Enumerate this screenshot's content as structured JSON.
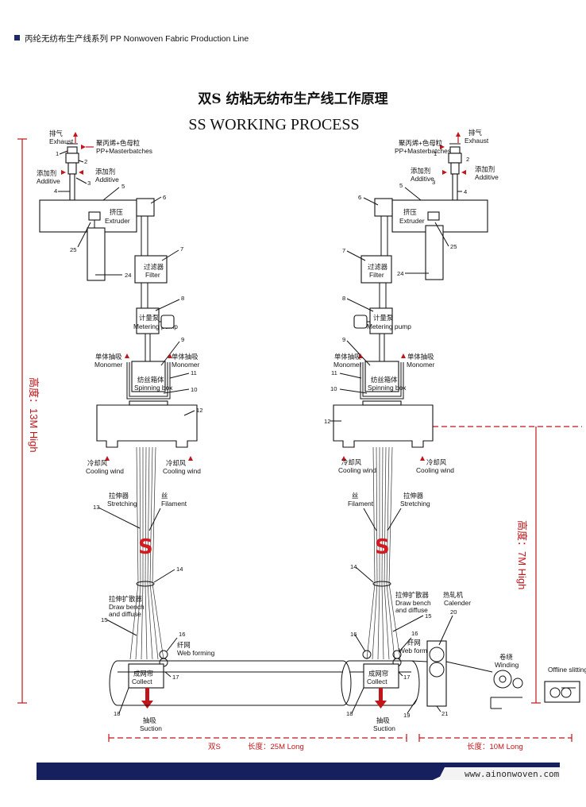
{
  "header": {
    "text": "丙纶无纺布生产线系列 PP Nonwoven Fabric Production Line"
  },
  "title": {
    "cn": "双S 纺粘无纺布生产线工作原理",
    "en": "SS WORKING PROCESS"
  },
  "labels": {
    "exhaust_cn": "排气",
    "exhaust_en": "Exhaust",
    "pp_cn": "聚丙烯+色母粒",
    "pp_en": "PP+Masterbatches",
    "additive_cn": "添加剂",
    "additive_en": "Additive",
    "extruder_cn": "挤压",
    "extruder_en": "Extruder",
    "filter_cn": "过滤器",
    "filter_en": "Filter",
    "pump_cn": "计量泵",
    "pump_en": "Metering pump",
    "monomer_cn": "单体抽吸",
    "monomer_en": "Monomer",
    "spin_cn": "纺丝箱体",
    "spin_en": "Spinning box",
    "cooling_cn": "冷却风",
    "cooling_en": "Cooling wind",
    "stretch_cn": "拉伸器",
    "stretch_en": "Stretching",
    "filament_cn": "丝",
    "filament_en": "Filament",
    "draw_cn": "拉伸扩散器",
    "draw_en1": "Draw bench",
    "draw_en2": "and diffuse",
    "web_cn": "纤网",
    "web_en": "Web forming",
    "collect_cn": "成网帘",
    "collect_en": "Collect",
    "suction_cn": "抽吸",
    "suction_en": "Suction",
    "calender_cn": "热轧机",
    "calender_en": "Calender",
    "winding_cn": "卷绕",
    "winding_en": "Winding",
    "offline_en": "Offline slitting",
    "s_mark": "S"
  },
  "dimensions": {
    "height_left": "高度：13M High",
    "height_right": "高度：7M High",
    "length_left_prefix": "双S",
    "length_left": "长度：25M Long",
    "length_right": "长度：10M Long"
  },
  "numbers": {
    "n1": "1",
    "n2": "2",
    "n3": "3",
    "n4": "4",
    "n5": "5",
    "n6": "6",
    "n7": "7",
    "n8": "8",
    "n9": "9",
    "n10": "10",
    "n11": "11",
    "n12": "12",
    "n13": "13",
    "n14": "14",
    "n15": "15",
    "n16": "16",
    "n17": "17",
    "n18": "18",
    "n19": "19",
    "n20": "20",
    "n21": "21",
    "n24": "24",
    "n25": "25"
  },
  "footer": {
    "website": "www.ainonwoven.com"
  },
  "colors": {
    "accent_red": "#c0151a",
    "footer_navy": "#17205e"
  }
}
